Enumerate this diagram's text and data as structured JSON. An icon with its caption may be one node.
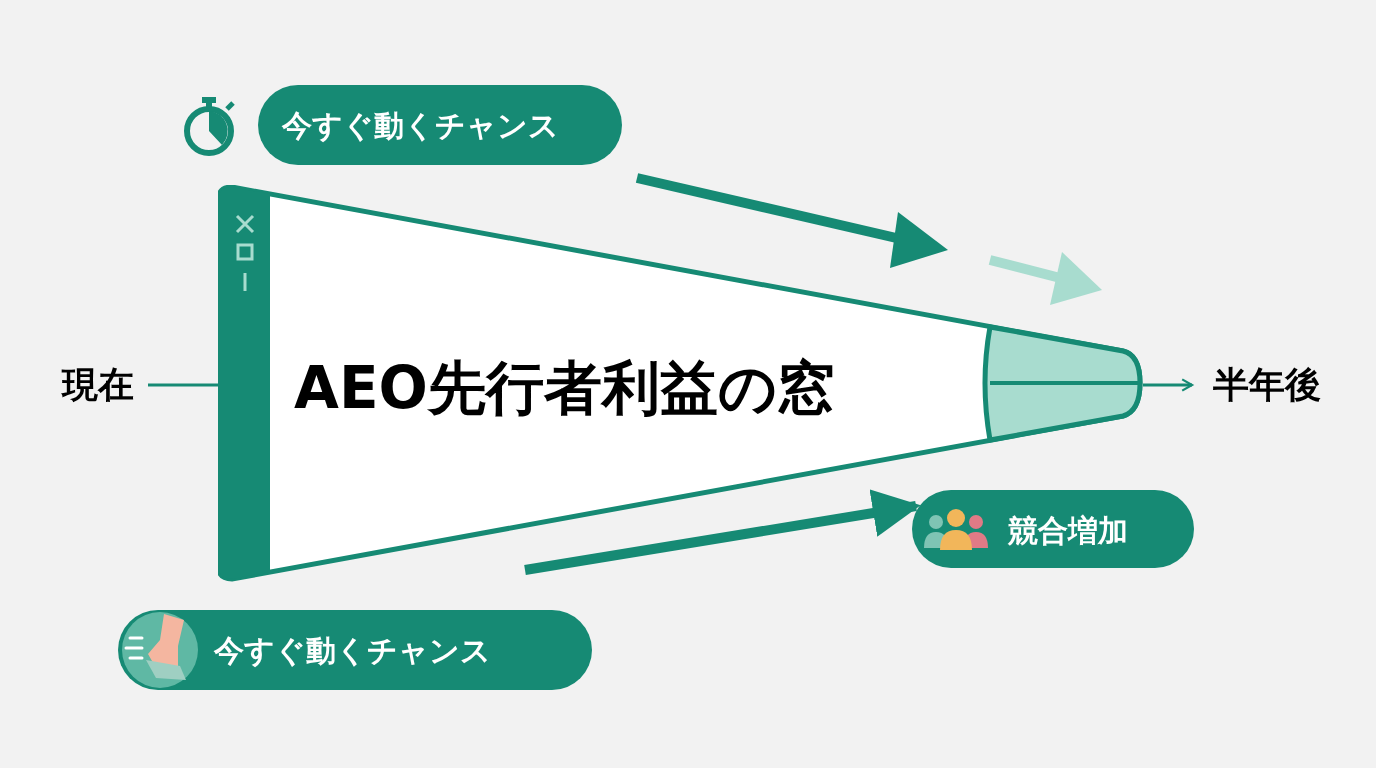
{
  "diagram": {
    "nodes": [
      {
        "text": [
          "今すぐ動くチャンス"
        ]
      },
      {
        "text": [
          "現在"
        ]
      },
      {
        "text": [
          "AEO先行者利益の窓"
        ]
      },
      {
        "text": [
          "半年後"
        ]
      },
      {
        "text": [
          "競合増加"
        ]
      },
      {
        "text": [
          "今すぐ動くチャンス"
        ]
      }
    ],
    "edges": [
      {
        "from": 1,
        "to": 2,
        "arrow": "none"
      },
      {
        "from": 2,
        "to": 3,
        "arrow": "to"
      },
      {
        "from": null,
        "to": 4,
        "arrow": "to",
        "style": "thick"
      }
    ]
  }
}
